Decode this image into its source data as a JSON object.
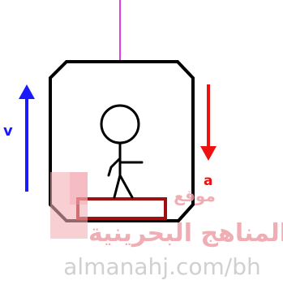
{
  "labels": {
    "velocity": "v",
    "acceleration": "a"
  },
  "watermark": {
    "site_name_arabic": "المناهج البحرينية",
    "site_word_arabic": "موقع",
    "url": "almanahj.com/bh"
  },
  "colors": {
    "cable": "#e040e0",
    "elevator": "#000000",
    "velocity_arrow": "#1a1aff",
    "acceleration_arrow": "#ee1111",
    "floor_scale": "#a01010",
    "watermark_logo": "#f3b0b8",
    "watermark_arabic": "#eea0a8",
    "watermark_url": "#c8c8c8"
  },
  "icons": {
    "velocity_arrow": "arrow-up-icon",
    "acceleration_arrow": "arrow-down-icon"
  }
}
